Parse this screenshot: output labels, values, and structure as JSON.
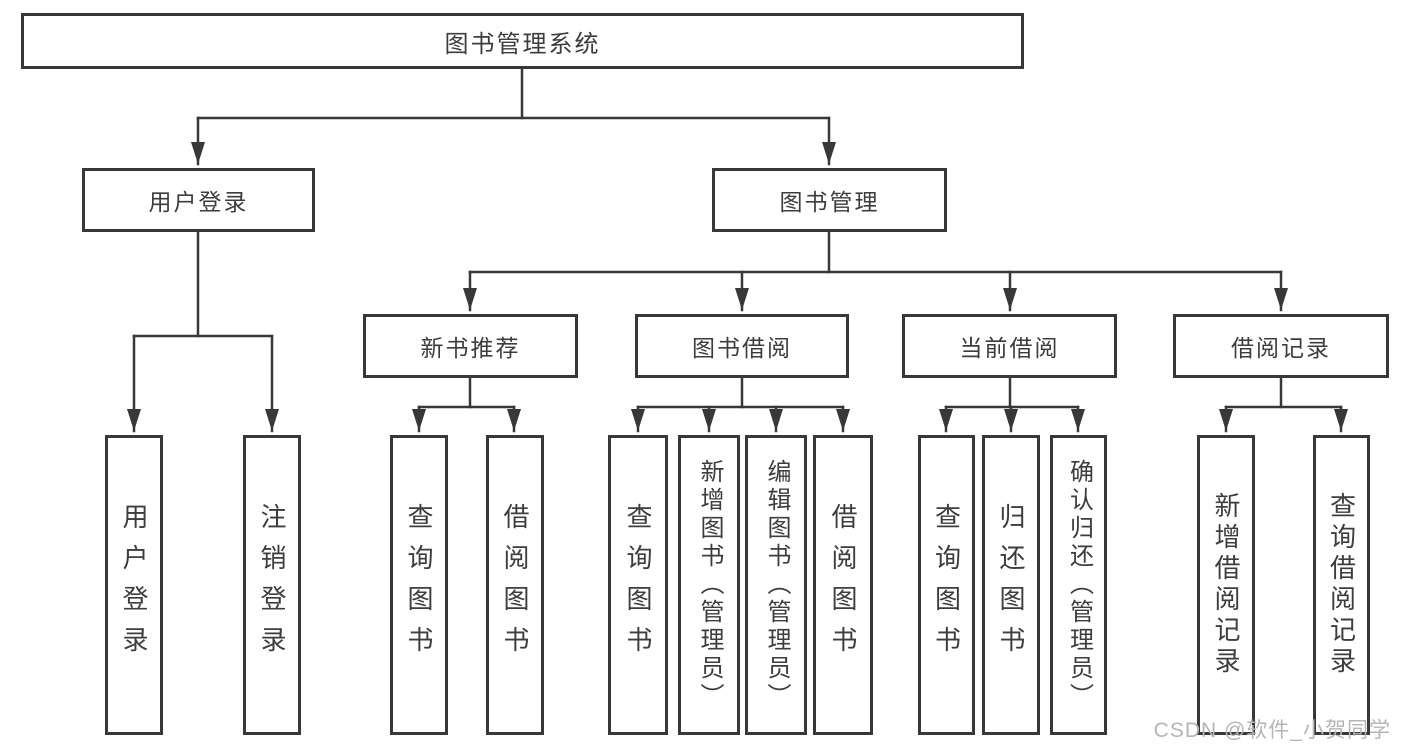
{
  "tree": {
    "label": "图书管理系统",
    "children": [
      {
        "label": "用户登录",
        "children": [
          {
            "label": "用户登录"
          },
          {
            "label": "注销登录"
          }
        ]
      },
      {
        "label": "图书管理",
        "children": [
          {
            "label": "新书推荐",
            "children": [
              {
                "label": "查询图书"
              },
              {
                "label": "借阅图书"
              }
            ]
          },
          {
            "label": "图书借阅",
            "children": [
              {
                "label": "查询图书"
              },
              {
                "label": "新增图书（管理员）"
              },
              {
                "label": "编辑图书（管理员）"
              },
              {
                "label": "借阅图书"
              }
            ]
          },
          {
            "label": "当前借阅",
            "children": [
              {
                "label": "查询图书"
              },
              {
                "label": "归还图书"
              },
              {
                "label": "确认归还（管理员）"
              }
            ]
          },
          {
            "label": "借阅记录",
            "children": [
              {
                "label": "新增借阅记录"
              },
              {
                "label": "查询借阅记录"
              }
            ]
          }
        ]
      }
    ]
  },
  "watermark": "CSDN @软件_小贺同学",
  "colors": {
    "line": "#383838",
    "text": "#3d3d3d",
    "watermark": "#b5b5b5"
  }
}
